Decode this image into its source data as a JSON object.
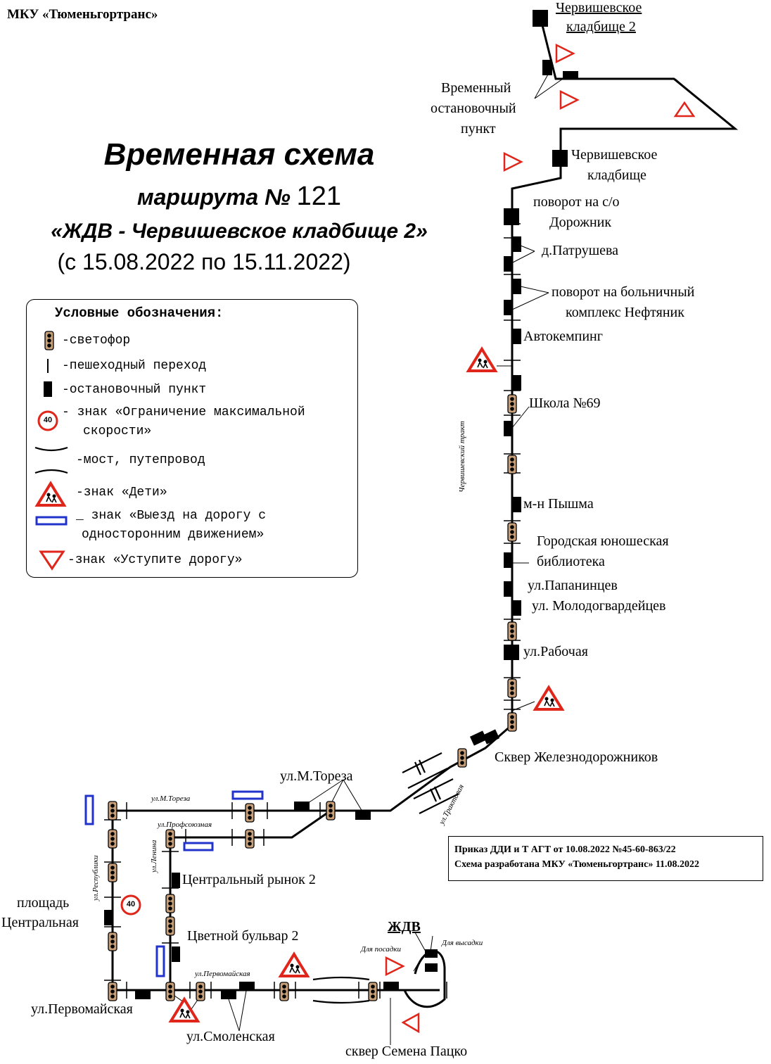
{
  "organization": "МКУ «Тюменьгортранс»",
  "title": {
    "line1": "Временная схема",
    "line2_prefix": "маршрута №",
    "route_number": "121",
    "line3": "«ЖДВ  - Червишевское кладбище 2»",
    "period": "(с 15.08.2022 по 15.11.2022)"
  },
  "legend": {
    "title": "Условные обозначения:",
    "traffic_light": "-светофор",
    "crosswalk": "-пешеходный переход",
    "stop": "-остановочный пункт",
    "speed_limit_1": "- знак «Ограничение максимальной",
    "speed_limit_2": "скорости»",
    "speed_value": "40",
    "bridge": "-мост, путепровод",
    "children": "-знак «Дети»",
    "oneway_1": "_ знак «Выезд на дорогу с",
    "oneway_2": "односторонним движением»",
    "yield": "-знак «Уступите дорогу»"
  },
  "stops": {
    "cherv2_a": "Червишевское",
    "cherv2_b": "кладбище 2",
    "temp_a": "Временный",
    "temp_b": "остановочный",
    "temp_c": "пункт",
    "cherv_a": "Червишевское",
    "cherv_b": "кладбище",
    "dorozhnik_a": "поворот на с/о",
    "dorozhnik_b": "Дорожник",
    "patrusheva": "д.Патрушева",
    "neftyanik_a": "поворот на больничный",
    "neftyanik_b": "комплекс Нефтяник",
    "avtokemping": "Автокемпинг",
    "school69": "Школа №69",
    "pyshma": "м-н Пышма",
    "library_a": "Городская юношеская",
    "library_b": "библиотека",
    "papanintsev": "ул.Папанинцев",
    "molodogvard": "ул. Молодогвардейцев",
    "rabochaya": "ул.Рабочая",
    "sqer_zhd": "Сквер Железнодорожников",
    "toreza": "ул.М.Тореза",
    "tsentr_rynok": "Центральный рынок 2",
    "tsvet_bulvar": "Цветной бульвар 2",
    "ploshad_a": "площадь",
    "ploshad_b": "Центральная",
    "pervomayskaya": "ул.Первомайская",
    "smolenskaya": "ул.Смоленская",
    "patsko": "сквер Семена Пацко",
    "zhdv": "ЖДВ",
    "posadka": "Для посадки",
    "vysadka": "Для высадки"
  },
  "streets": {
    "chervishevsky": "Червишевский тракт",
    "traktovaya": "ул.Трактовая",
    "m_toreza": "ул.М.Тореза",
    "profsoyuznaya": "ул.Профсоюзная",
    "respubliki": "ул.Республики",
    "lenina": "ул.Ленина",
    "pervomayskaya": "ул.Первомайская"
  },
  "order": {
    "line1": "Приказ ДДИ и Т АГТ от 10.08.2022 №45-60-863/22",
    "line2": "Схема разработана МКУ «Тюменьгортранс» 11.08.2022"
  },
  "colors": {
    "sign_red": "#e0261b",
    "oneway_blue": "#2233cc",
    "route": "#000000"
  }
}
